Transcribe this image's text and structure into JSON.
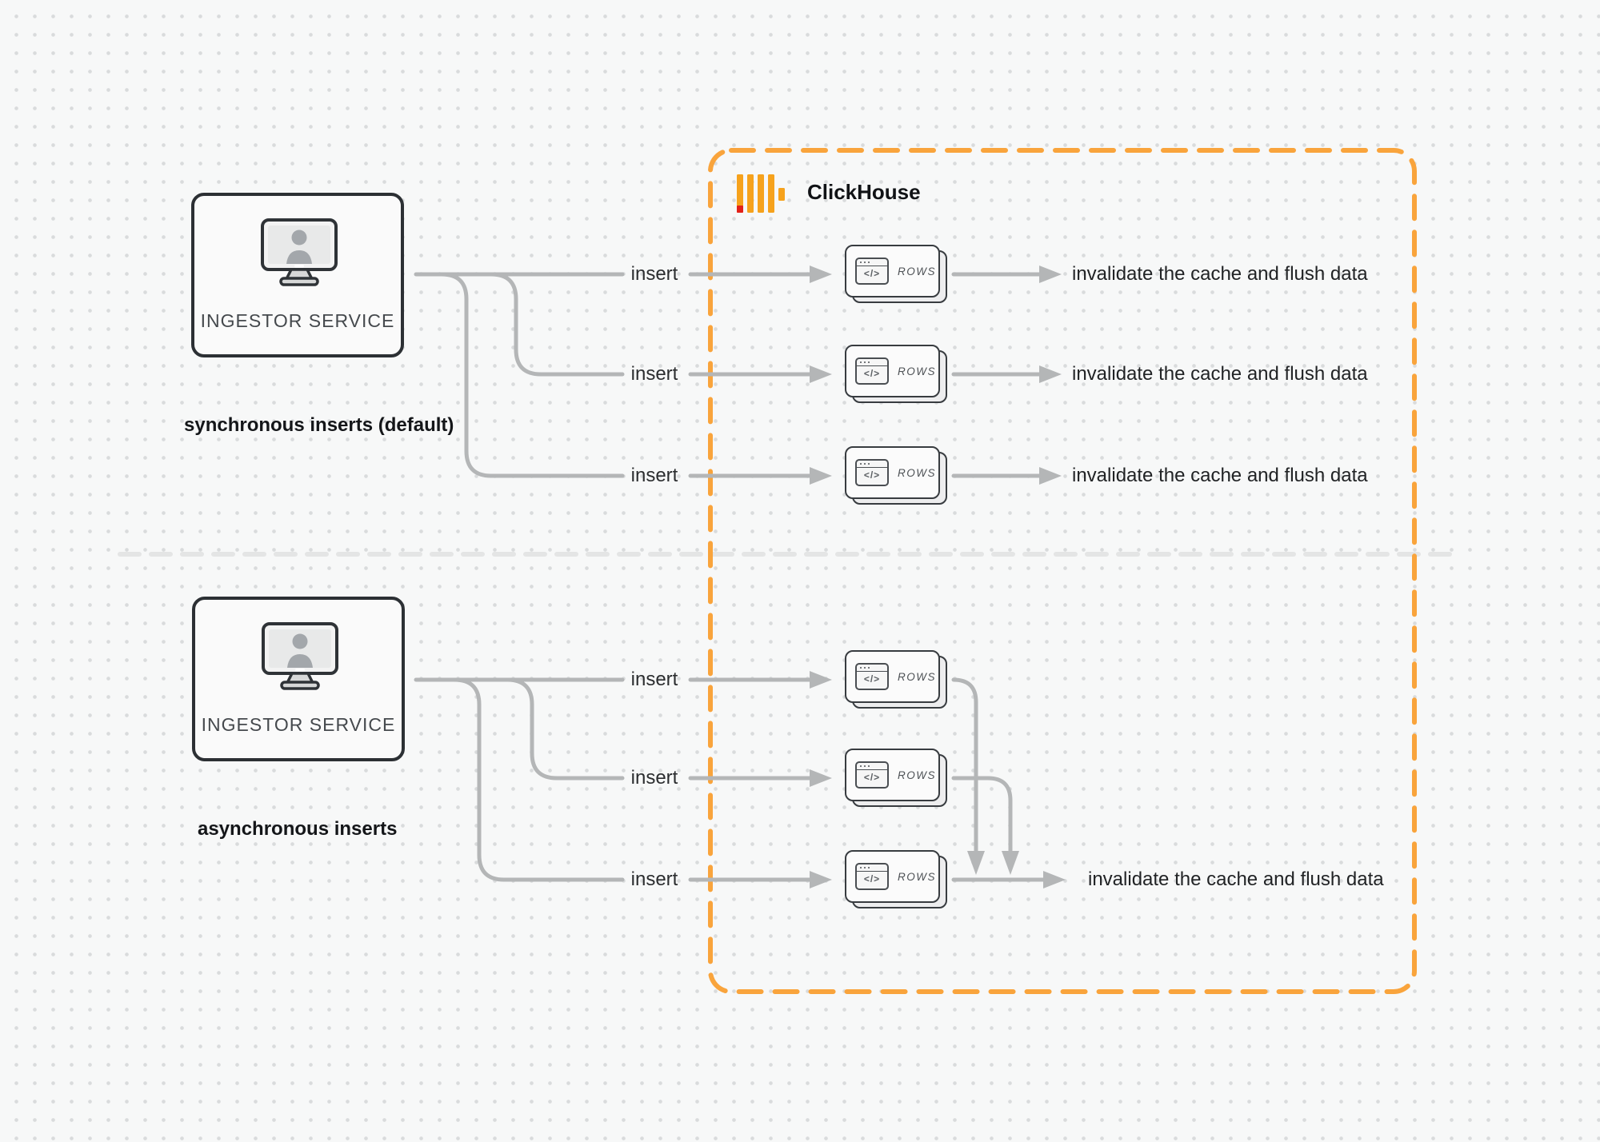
{
  "clickhouse": {
    "label": "ClickHouse"
  },
  "ingestor": {
    "label": "INGESTOR SERVICE"
  },
  "rows_card": {
    "label": "ROWS",
    "glyph": "</>"
  },
  "sections": {
    "sync": {
      "caption": "synchronous inserts (default)",
      "rows": [
        {
          "insert_label": "insert",
          "result_label": "invalidate the cache and flush data"
        },
        {
          "insert_label": "insert",
          "result_label": "invalidate the cache and flush data"
        },
        {
          "insert_label": "insert",
          "result_label": "invalidate the cache and flush data"
        }
      ]
    },
    "async": {
      "caption": "asynchronous inserts",
      "rows": [
        {
          "insert_label": "insert"
        },
        {
          "insert_label": "insert"
        },
        {
          "insert_label": "insert"
        }
      ],
      "result_label": "invalidate the cache and flush data"
    }
  },
  "colors": {
    "accent_orange": "#f9a43c",
    "line_gray": "#b4b6b7",
    "divider_gray": "#e4e5e5",
    "logo_yellow": "#f6a21c",
    "logo_red": "#e32119",
    "node_border": "#2c3034",
    "background": "#f7f8f8"
  }
}
